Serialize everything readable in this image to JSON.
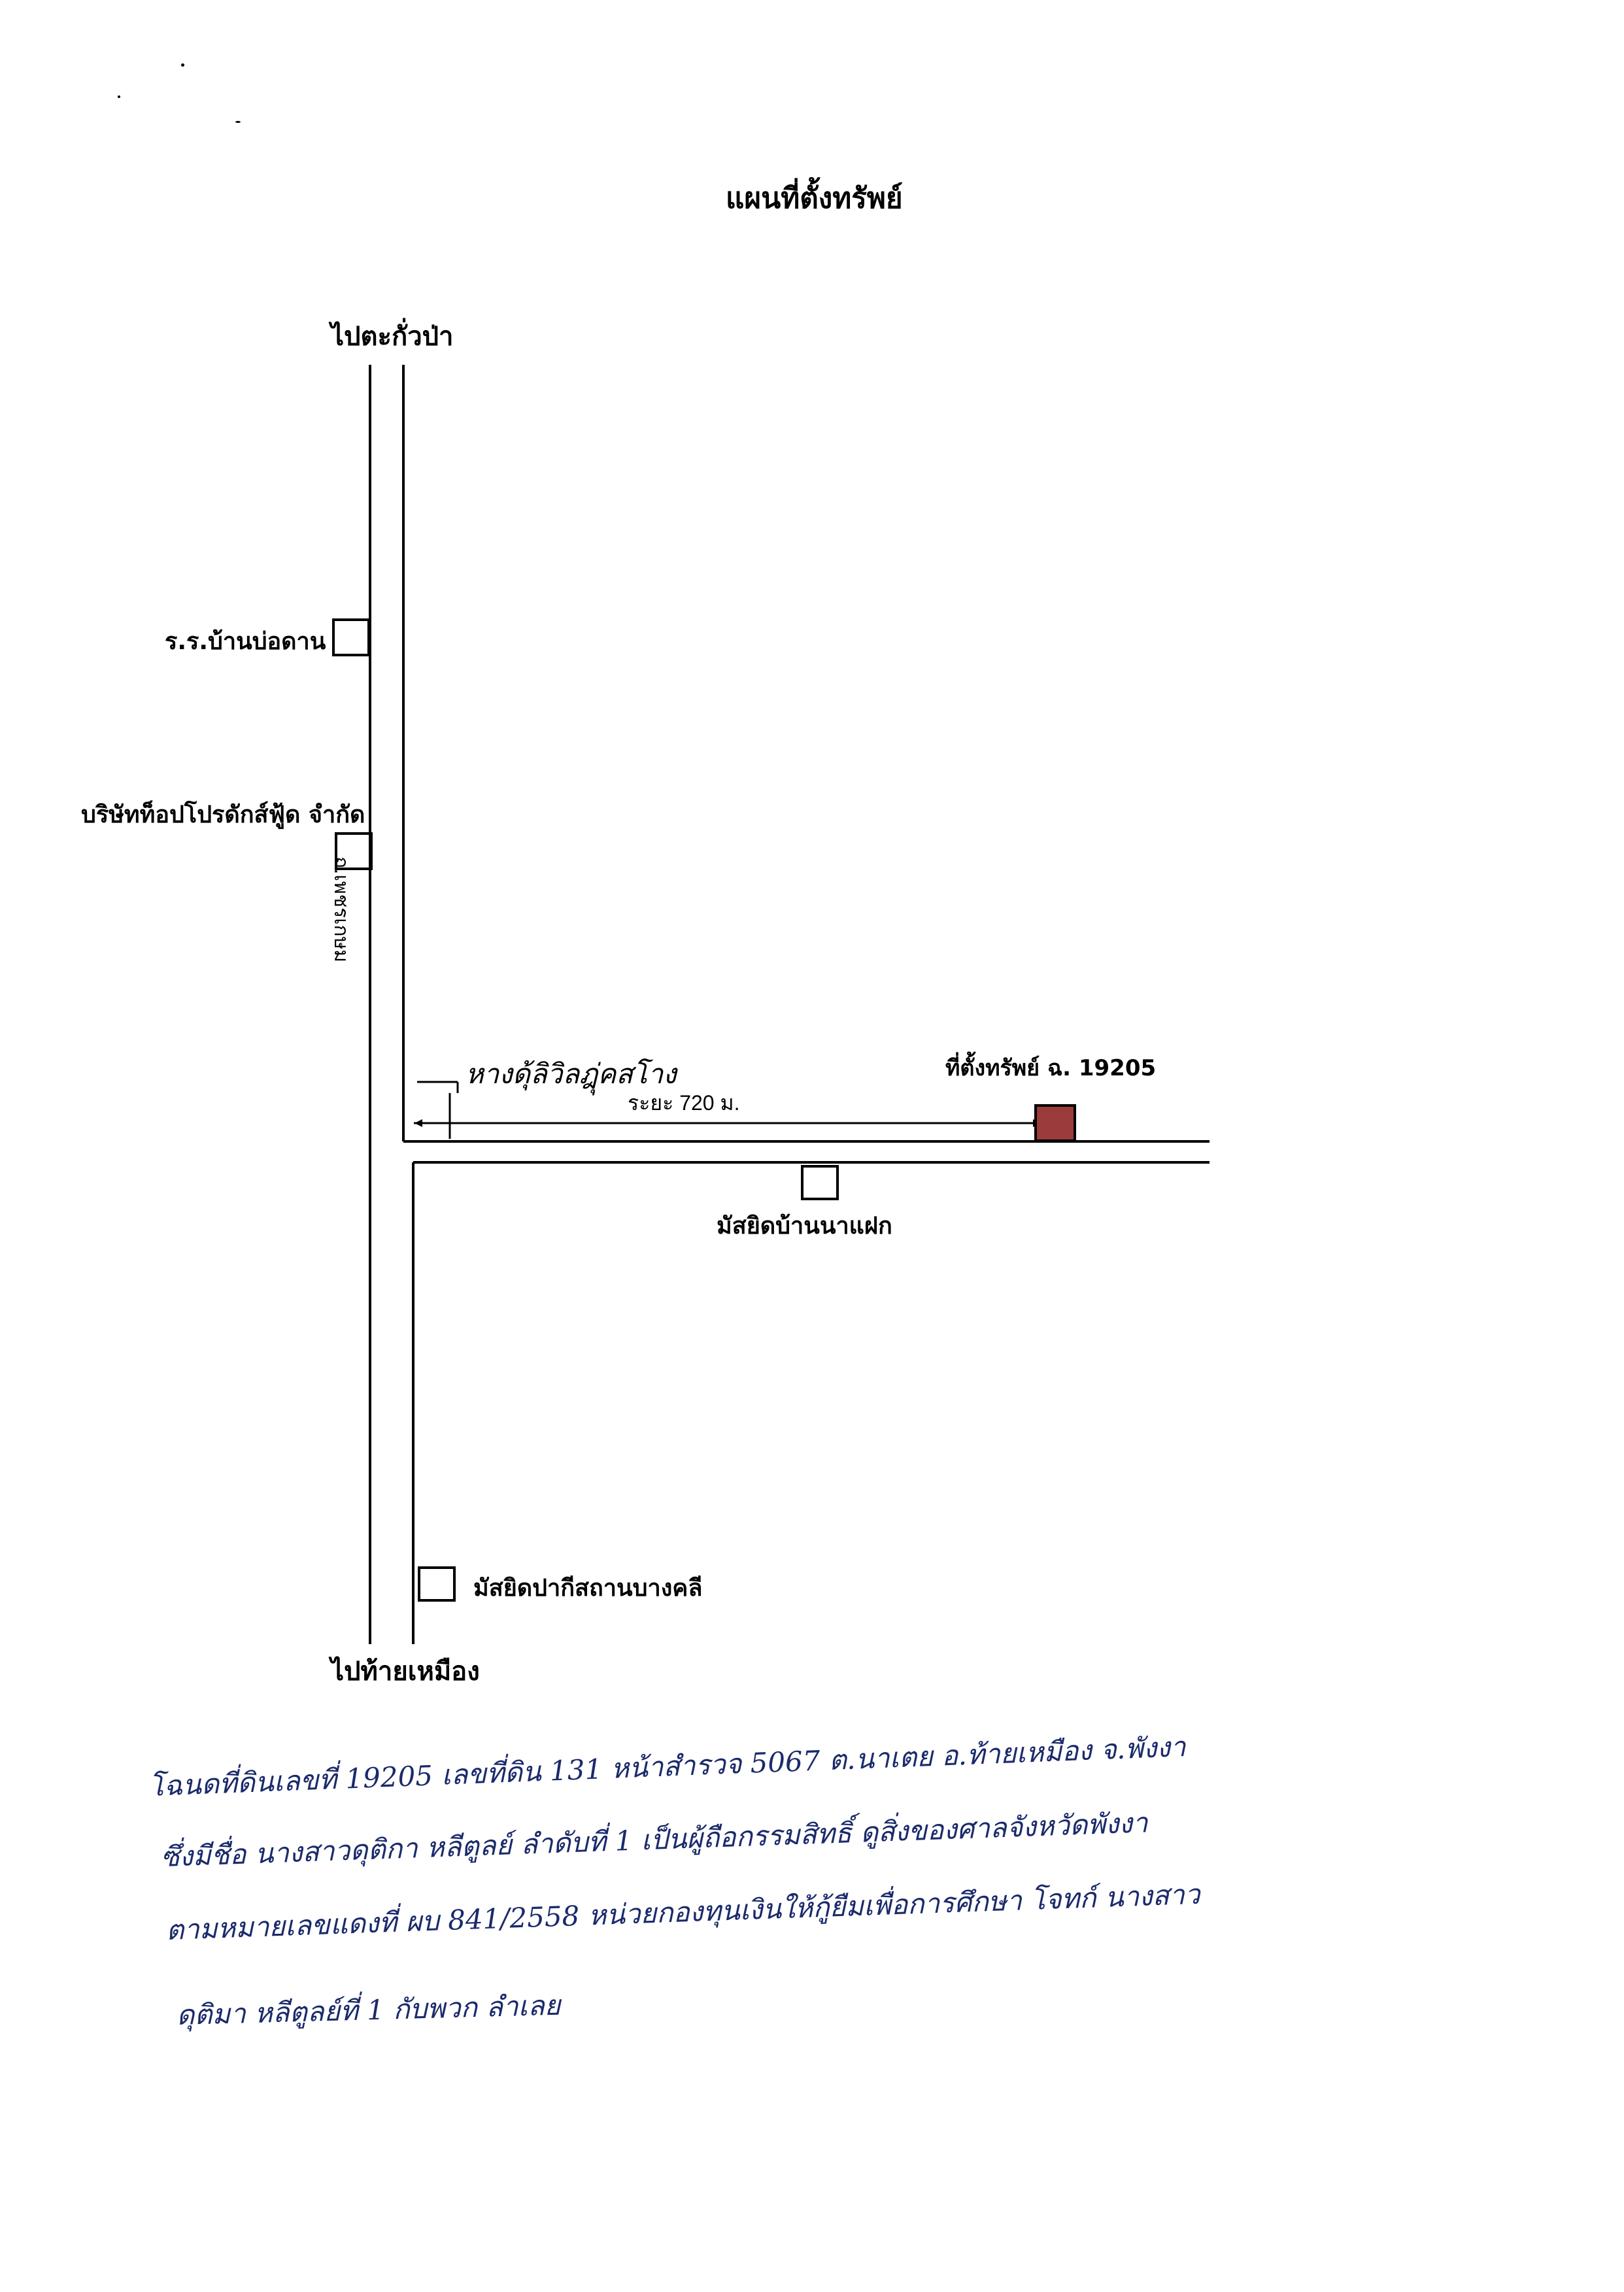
{
  "title": "แผนที่ตั้งทรัพย์",
  "direction_north": "ไปตะกั่วป่า",
  "direction_south": "ไปท้ายเหมือง",
  "road_name": "ถ.เพชรเกษม",
  "landmarks": {
    "school": "ร.ร.บ้านบ่อดาน",
    "company": "บริษัทท็อปโปรดักส์ฟู้ด จำกัด",
    "mosque_nafak": "มัสยิดบ้านนาแฝก",
    "mosque_bangkhli": "มัสยิดปากีสถานบางคลี"
  },
  "junction_note": "หางดุ้ลิวิลฎุ่คสโาง",
  "distance_label": "ระยะ 720 ม.",
  "property_label": "ที่ตั้งทรัพย์ ฉ. 19205",
  "colors": {
    "property_fill": "#9b3b3b",
    "handwriting_ink": "#1b2a6b"
  },
  "handwritten_note": [
    "โฉนดที่ดินเลขที่ 19205 เลขที่ดิน 131 หน้าสำรวจ 5067 ต.นาเตย อ.ท้ายเหมือง จ.พังงา",
    "ซึ่งมีชื่อ นางสาวดุติกา หลีตูลย์ ลำดับที่ 1 เป็นผู้ถือกรรมสิทธิ์ ดูสิ่งของศาลจังหวัดพังงา",
    "ตามหมายเลขแดงที่ ผบ 841/2558 หน่วยกองทุนเงินให้กู้ยืมเพื่อการศึกษา โจทก์ นางสาว",
    "ดุติมา หลีตูลย์ที่ 1 กับพวก ลำเลย"
  ]
}
